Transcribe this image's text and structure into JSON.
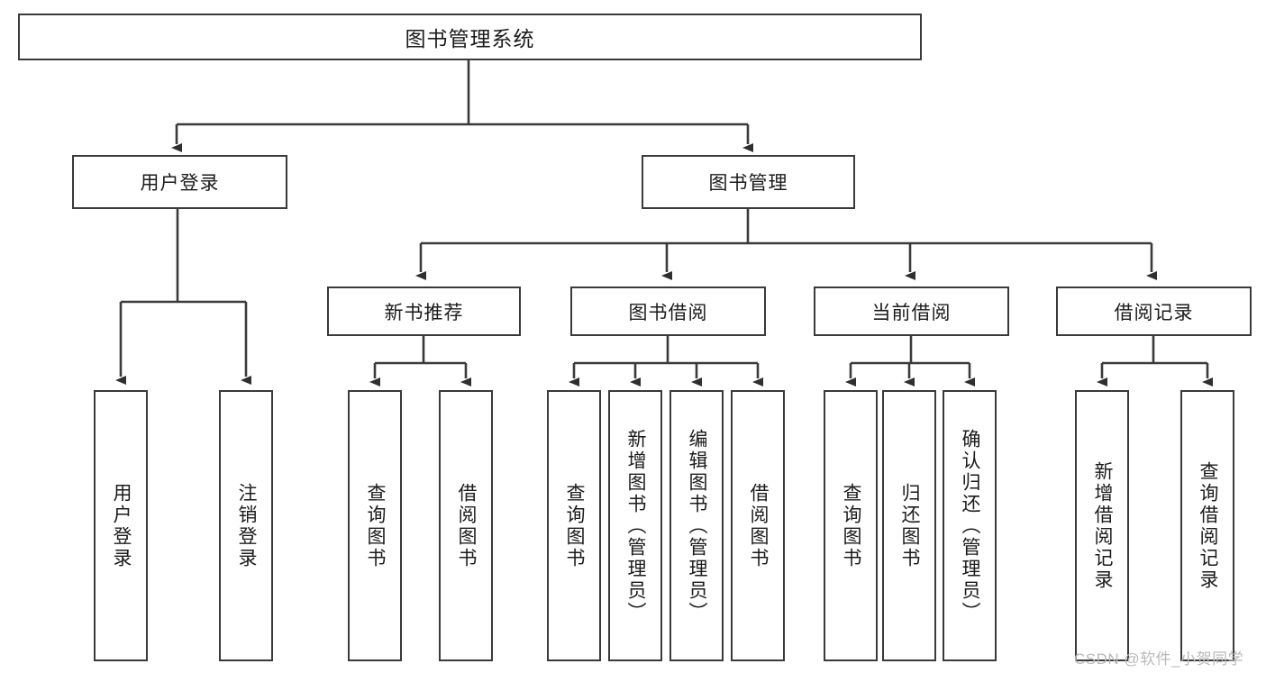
{
  "diagram": {
    "title_node": {
      "label": "图书管理系统"
    },
    "level2": [
      {
        "id": "user-login",
        "label": "用户登录"
      },
      {
        "id": "book-management",
        "label": "图书管理"
      }
    ],
    "level3": [
      {
        "id": "new-book-recommend",
        "label": "新书推荐"
      },
      {
        "id": "book-borrow",
        "label": "图书借阅"
      },
      {
        "id": "current-borrow",
        "label": "当前借阅"
      },
      {
        "id": "borrow-record",
        "label": "借阅记录"
      }
    ],
    "leaves": {
      "user_login": [
        {
          "id": "leaf-user-login",
          "label": "用户登录"
        },
        {
          "id": "leaf-logout-login",
          "label": "注销登录"
        }
      ],
      "new_book_recommend": [
        {
          "id": "leaf-query-book-1",
          "label": "查询图书"
        },
        {
          "id": "leaf-borrow-book-1",
          "label": "借阅图书"
        }
      ],
      "book_borrow": [
        {
          "id": "leaf-query-book-2",
          "label": "查询图书"
        },
        {
          "id": "leaf-add-book",
          "label": "新增图书（管理员）"
        },
        {
          "id": "leaf-edit-book",
          "label": "编辑图书（管理员）"
        },
        {
          "id": "leaf-borrow-book-2",
          "label": "借阅图书"
        }
      ],
      "current_borrow": [
        {
          "id": "leaf-query-book-3",
          "label": "查询图书"
        },
        {
          "id": "leaf-return-book",
          "label": "归还图书"
        },
        {
          "id": "leaf-confirm-return",
          "label": "确认归还（管理员）"
        }
      ],
      "borrow_record": [
        {
          "id": "leaf-add-record",
          "label": "新增借阅记录"
        },
        {
          "id": "leaf-query-record",
          "label": "查询借阅记录"
        }
      ]
    }
  },
  "watermark": {
    "text": "CSDN @软件_小贺同学"
  },
  "colors": {
    "stroke": "#3a3a3a",
    "background": "#ffffff",
    "text": "#1b1b1b",
    "watermark": "#b9b9b9"
  }
}
